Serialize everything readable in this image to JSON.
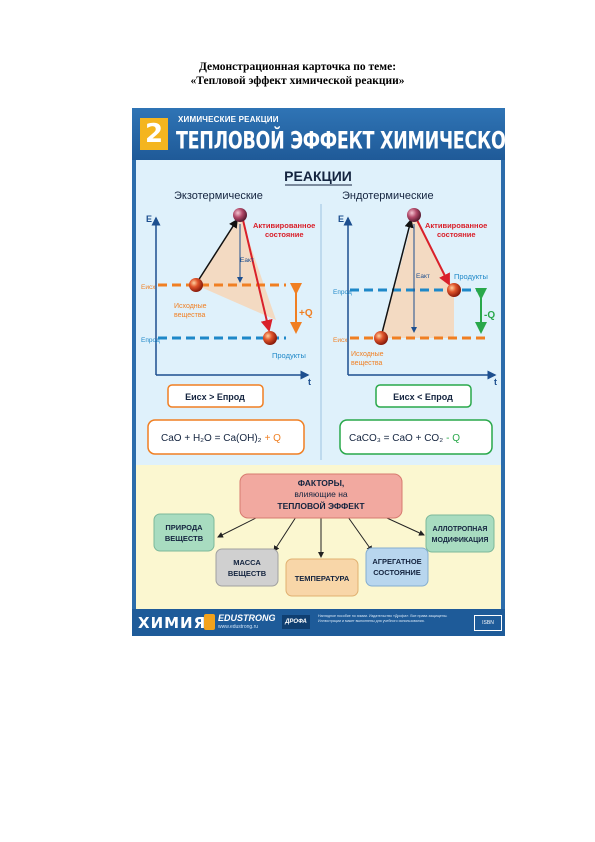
{
  "document": {
    "title_line1": "Демонстрационная карточка по теме:",
    "title_line2": "«Тепловой эффект химической реакции»"
  },
  "poster": {
    "number": "2",
    "subject": "ХИМИЧЕСКИЕ РЕАКЦИИ",
    "title": "ТЕПЛОВОЙ ЭФФЕКТ ХИМИЧЕСКОЙ РЕАКЦИИ",
    "reactions_heading": "РЕАКЦИИ",
    "exo": {
      "label": "Экзотермические",
      "axis_e": "E",
      "axis_t": "t",
      "activated_1": "Активированное",
      "activated_2": "состояние",
      "e_act": "Eакт",
      "e_isx": "Eисх",
      "e_prod": "Eпрод",
      "initial_1": "Исходные",
      "initial_2": "вещества",
      "products": "Продукты",
      "heat": "+Q",
      "relation": "Eисх > Eпрод",
      "equation": "CaO + H₂O = Ca(OH)₂",
      "equation_q": "+ Q"
    },
    "endo": {
      "label": "Эндотермические",
      "axis_e": "E",
      "axis_t": "t",
      "activated_1": "Активированное",
      "activated_2": "состояние",
      "e_act": "Eакт",
      "e_prod": "Eпрод",
      "e_isx": "Eисх",
      "products": "Продукты",
      "initial_1": "Исходные",
      "initial_2": "вещества",
      "heat": "-Q",
      "relation": "Eисх < Eпрод",
      "equation": "CaCO₃ = CaO + CO₂",
      "equation_q": "- Q"
    },
    "factors": {
      "center_1": "ФАКТОРЫ,",
      "center_2": "влияющие на",
      "center_3": "ТЕПЛОВОЙ ЭФФЕКТ",
      "nature_1": "ПРИРОДА",
      "nature_2": "ВЕЩЕСТВ",
      "mass_1": "МАССА",
      "mass_2": "ВЕЩЕСТВ",
      "temperature": "ТЕМПЕРАТУРА",
      "state_1": "АГРЕГАТНОЕ",
      "state_2": "СОСТОЯНИЕ",
      "allotropic_1": "АЛЛОТРОПНАЯ",
      "allotropic_2": "МОДИФИКАЦИЯ"
    },
    "footer": {
      "subject": "ХИМИЯ",
      "brand": "EDUSTRONG",
      "url": "www.edustrong.ru",
      "publisher": "ДРОФА",
      "info": "Наглядное пособие по химии. Издательство «Дрофа». Все права защищены. Иллюстрации и макет выполнены для учебного использования.",
      "icon": "ISBN"
    },
    "colors": {
      "header_blue": "#2b6cab",
      "accent_yellow": "#f4b51f",
      "orange_level": "#f07f22",
      "blue_level": "#1e88c8",
      "red_arrow": "#d9202a",
      "green_q": "#29a84a",
      "panel_light_blue": "#dff1fb",
      "panel_cream": "#fbf7d0"
    }
  }
}
